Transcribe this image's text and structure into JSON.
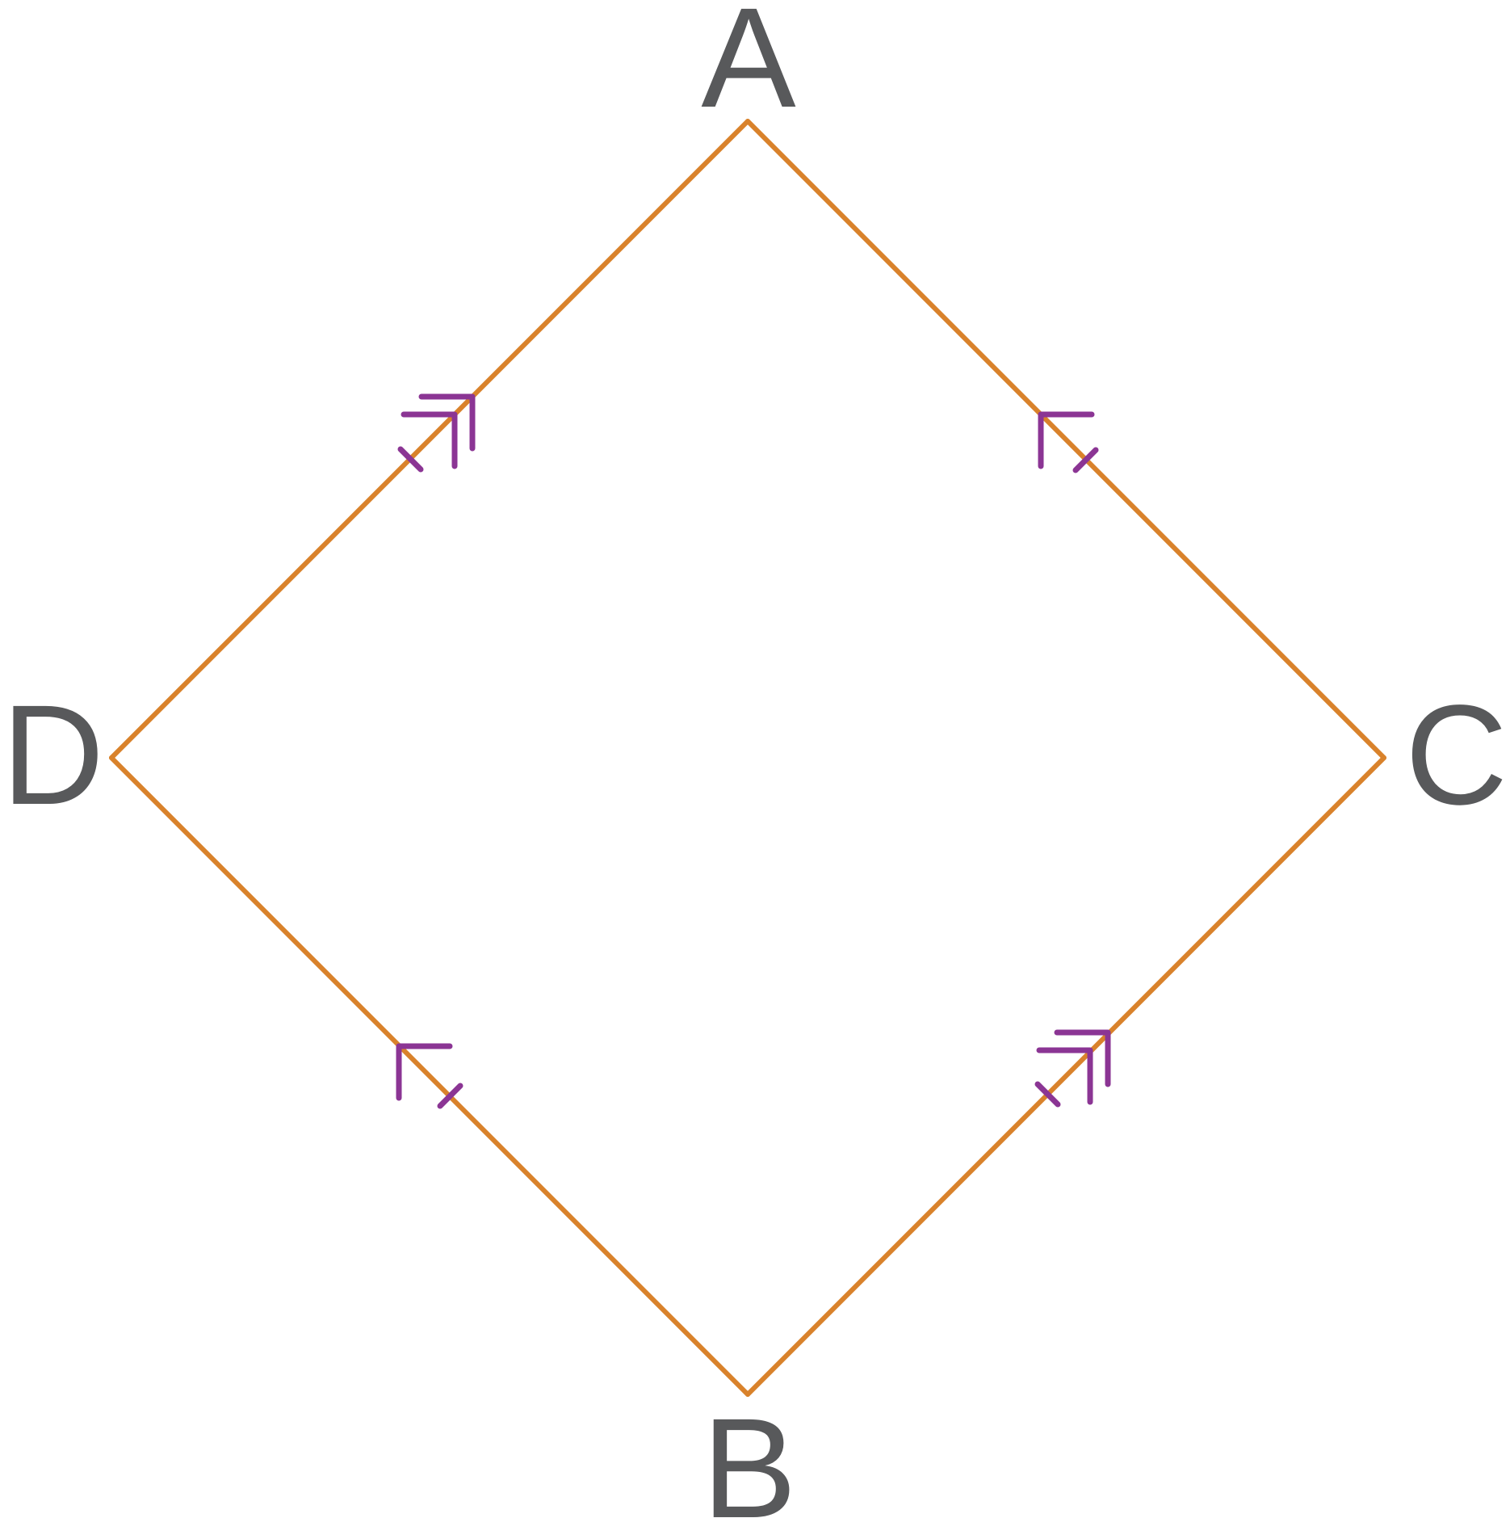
{
  "diagram": {
    "vertices": {
      "A": "A",
      "B": "B",
      "C": "C",
      "D": "D"
    },
    "tick_marks": {
      "AD": 1,
      "AC": 1,
      "BD": 1,
      "BC": 1
    },
    "parallel_marks": {
      "AD": 2,
      "BC": 2,
      "AC": 1,
      "BD": 1
    },
    "colors": {
      "edge": "#D9822B",
      "marks": "#8B3594",
      "labels": "#58595B",
      "background": "#FFFFFF"
    }
  }
}
